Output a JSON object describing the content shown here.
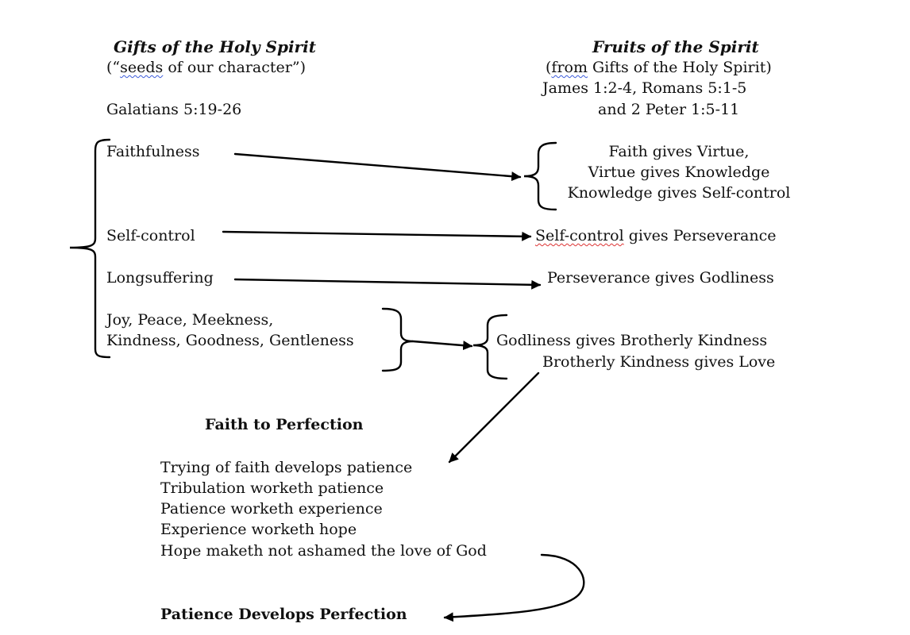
{
  "left_column": {
    "title": "Gifts of the Holy Spirit",
    "subtitle_open": "(“",
    "subtitle_flagged": "seeds",
    "subtitle_rest": " of our character”)",
    "reference": "Galatians 5:19-26",
    "gifts": [
      {
        "label": "Faithfulness"
      },
      {
        "label": "Self-control"
      },
      {
        "label": "Longsuffering"
      },
      {
        "label_lines": [
          "Joy, Peace, Meekness,",
          "Kindness, Goodness, Gentleness"
        ]
      }
    ]
  },
  "right_column": {
    "title": "Fruits of the Spirit",
    "subtitle_open": "(",
    "subtitle_flagged": "from",
    "subtitle_rest": " Gifts of the Holy Spirit)",
    "references": [
      "James 1:2-4, Romans 5:1-5",
      "and 2 Peter 1:5-11"
    ],
    "fruits": [
      {
        "label_lines": [
          "Faith gives Virtue,",
          "Virtue gives Knowledge",
          "Knowledge gives Self-control"
        ]
      },
      {
        "flagged": "Self-control",
        "rest": " gives Perseverance"
      },
      {
        "label": "Perseverance gives Godliness"
      },
      {
        "label_lines": [
          "Godliness gives Brotherly Kindness",
          "Brotherly Kindness gives Love"
        ]
      }
    ]
  },
  "bottom_section": {
    "heading": "Faith to Perfection",
    "steps": [
      "Trying of faith develops patience",
      "Tribulation worketh patience",
      "Patience worketh experience",
      "Experience worketh hope",
      "Hope maketh not ashamed the love of God"
    ],
    "conclusion": "Patience Develops Perfection"
  },
  "connections": [
    {
      "from": "Faithfulness",
      "to": "Faith gives Virtue group"
    },
    {
      "from": "Self-control",
      "to": "Self-control gives Perseverance"
    },
    {
      "from": "Longsuffering",
      "to": "Perseverance gives Godliness"
    },
    {
      "from": "Joy, Peace, Meekness, Kindness, Goodness, Gentleness",
      "to": "Godliness gives Brotherly Kindness group"
    },
    {
      "from": "Brotherly Kindness gives Love",
      "to": "Trying of faith develops patience"
    },
    {
      "from": "Hope maketh not ashamed the love of God",
      "to": "Patience Develops Perfection"
    }
  ]
}
